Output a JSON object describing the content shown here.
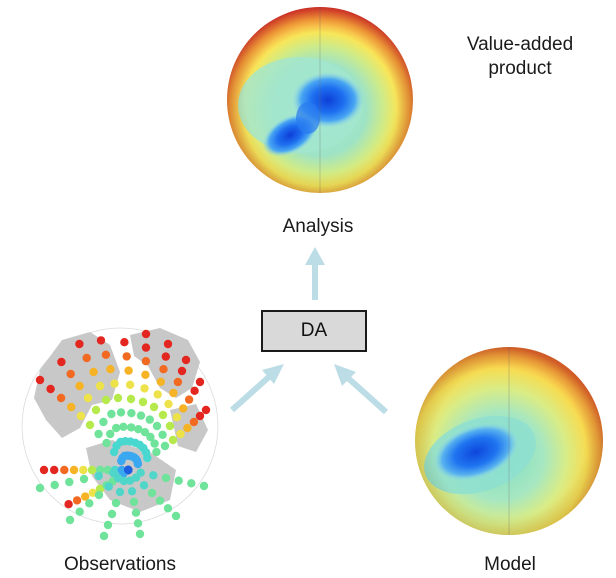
{
  "labels": {
    "value_added_line1": "Value-added",
    "value_added_line2": "product",
    "analysis": "Analysis",
    "da": "DA",
    "observations": "Observations",
    "model": "Model"
  },
  "colors": {
    "arrow": "#bcdde6",
    "da_box_fill": "#d9d9d9",
    "da_box_border": "#1a1a1a",
    "land_grey": "#c8c8c8",
    "field_high": "#e8342a",
    "field_mid": "#f6e85a",
    "field_low": "#9fe0c8",
    "field_min": "#1a5fe0"
  },
  "icons": {
    "analysis_globe": "globe-field-icon",
    "model_globe": "globe-field-icon",
    "observations_globe": "globe-observations-icon",
    "arrows": "arrow-icon"
  }
}
